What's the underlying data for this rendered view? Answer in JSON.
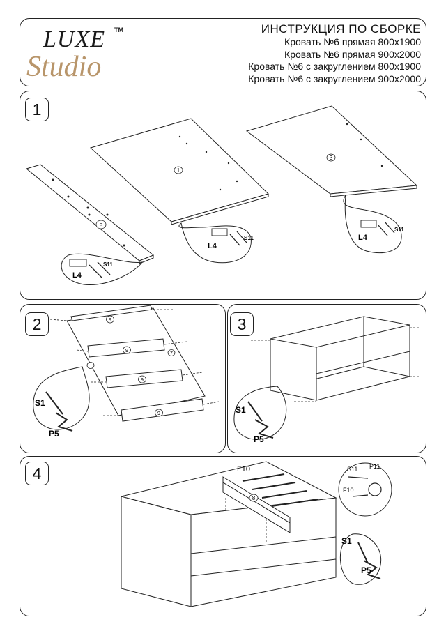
{
  "header": {
    "logo_top": "LUXE",
    "logo_tm": "TM",
    "logo_bottom": "Studio",
    "title": "ИНСТРУКЦИЯ ПО СБОРКЕ",
    "models": [
      "Кровать №6 прямая 800х1900",
      "Кровать №6 прямая 900х2000",
      "Кровать №6 с закруглением 800х1900",
      "Кровать №6 с закруглением 900х2000"
    ]
  },
  "steps": {
    "step1": {
      "number": "1",
      "part_a": "8",
      "part_b": "1",
      "part_c": "3",
      "hw_bracket": "L4",
      "hw_screw": "S11"
    },
    "step2": {
      "number": "2",
      "part_top": "9",
      "part_mid": "9",
      "part_mid2": "9",
      "part_low": "9",
      "part_side": "7",
      "hw_screw": "S1",
      "hw_key": "P5"
    },
    "step3": {
      "number": "3",
      "hw_screw": "S1",
      "hw_key": "P5"
    },
    "step4": {
      "number": "4",
      "part_panel": "8",
      "hw_pin": "F10",
      "hw_screw": "S11",
      "hw_cam": "P11",
      "hw_pin2": "F10",
      "hw_screw2": "S1",
      "hw_key": "P5"
    }
  },
  "colors": {
    "line": "#222222",
    "logo_accent": "#b8956a"
  }
}
